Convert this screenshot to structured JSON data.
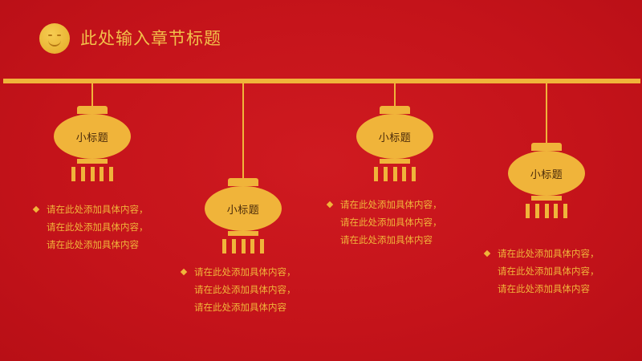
{
  "header": {
    "title": "此处输入章节标题",
    "logo_icon": "smiley-face-icon"
  },
  "colors": {
    "background": "#c8141b",
    "accent": "#f0b43a"
  },
  "lanterns": [
    {
      "label": "小标题",
      "lines": [
        "请在此处添加具体内容，",
        "请在此处添加具体内容，",
        "请在此处添加具体内容"
      ]
    },
    {
      "label": "小标题",
      "lines": [
        "请在此处添加具体内容，",
        "请在此处添加具体内容，",
        "请在此处添加具体内容"
      ]
    },
    {
      "label": "小标题",
      "lines": [
        "请在此处添加具体内容，",
        "请在此处添加具体内容，",
        "请在此处添加具体内容"
      ]
    },
    {
      "label": "小标题",
      "lines": [
        "请在此处添加具体内容，",
        "请在此处添加具体内容，",
        "请在此处添加具体内容"
      ]
    }
  ]
}
